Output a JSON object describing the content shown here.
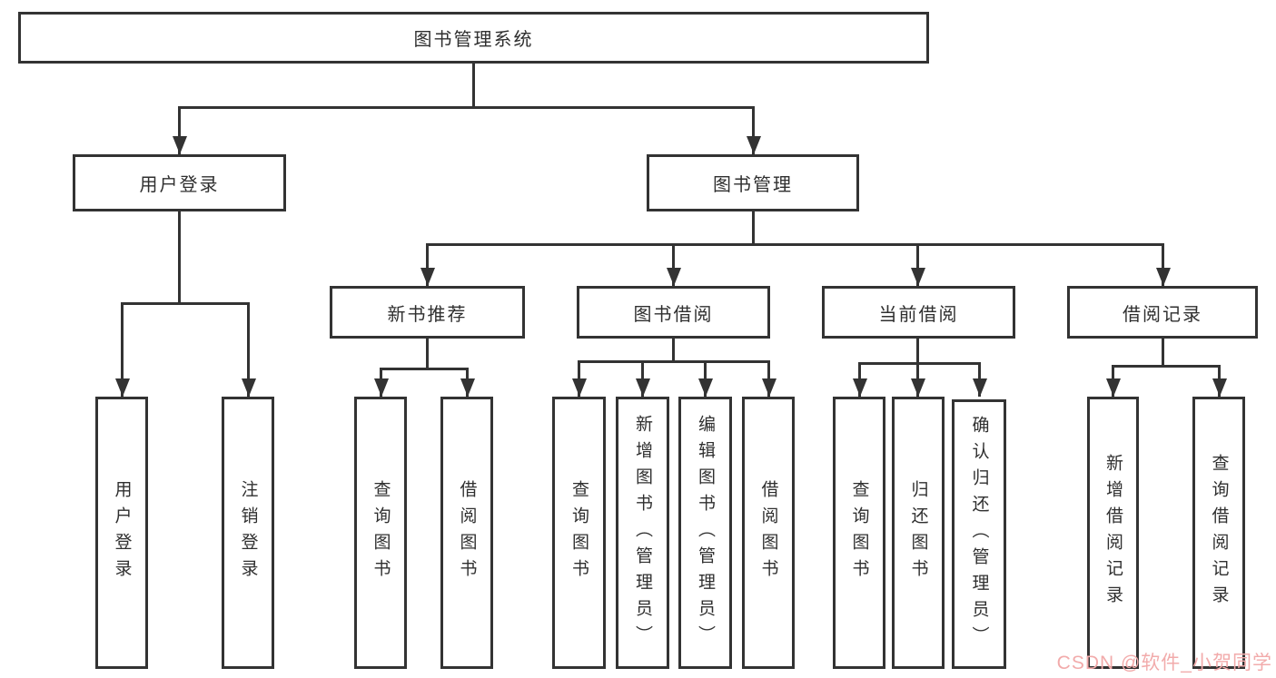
{
  "tree": {
    "label": "图书管理系统",
    "children": [
      {
        "label": "用户登录",
        "children": [
          {
            "label": "用户登录"
          },
          {
            "label": "注销登录"
          }
        ]
      },
      {
        "label": "图书管理",
        "children": [
          {
            "label": "新书推荐",
            "children": [
              {
                "label": "查询图书"
              },
              {
                "label": "借阅图书"
              }
            ]
          },
          {
            "label": "图书借阅",
            "children": [
              {
                "label": "查询图书"
              },
              {
                "label": "新增图书（管理员）"
              },
              {
                "label": "编辑图书（管理员）"
              },
              {
                "label": "借阅图书"
              }
            ]
          },
          {
            "label": "当前借阅",
            "children": [
              {
                "label": "查询图书"
              },
              {
                "label": "归还图书"
              },
              {
                "label": "确认归还（管理员）"
              }
            ]
          },
          {
            "label": "借阅记录",
            "children": [
              {
                "label": "新增借阅记录"
              },
              {
                "label": "查询借阅记录"
              }
            ]
          }
        ]
      }
    ]
  },
  "watermark": {
    "text": "CSDN @软件_小贺同学"
  },
  "colors": {
    "line": "#333333",
    "text": "#2f2f2f",
    "watermark": "#f2abab",
    "background": "#ffffff"
  }
}
